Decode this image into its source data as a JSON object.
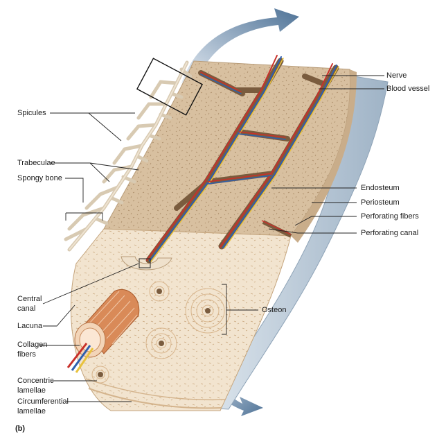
{
  "figure": {
    "panel_label": "(b)",
    "labels": {
      "spicules": "Spicules",
      "trabeculae": "Trabeculae",
      "spongy_bone": "Spongy bone",
      "central_canal_1": "Central",
      "central_canal_2": "canal",
      "lacuna": "Lacuna",
      "collagen_1": "Collagen",
      "collagen_2": "fibers",
      "concentric_1": "Concentric",
      "concentric_2": "lamellae",
      "circumferential_1": "Circumferential",
      "circumferential_2": "lamellae",
      "nerve": "Nerve",
      "blood_vessel": "Blood vessel",
      "endosteum": "Endosteum",
      "periosteum": "Periosteum",
      "perforating_fibers": "Perforating fibers",
      "perforating_canal": "Perforating canal",
      "osteon": "Osteon"
    },
    "colors": {
      "bone_top": "#d9c1a1",
      "bone_face": "#f1e2cc",
      "periosteum": "#c9d5e0",
      "arrow": "#5b7d9e",
      "vessel_red": "#c8302a",
      "vessel_blue": "#2f5fae",
      "nerve_yellow": "#e8c23c",
      "canal": "#7a5c3e"
    }
  }
}
